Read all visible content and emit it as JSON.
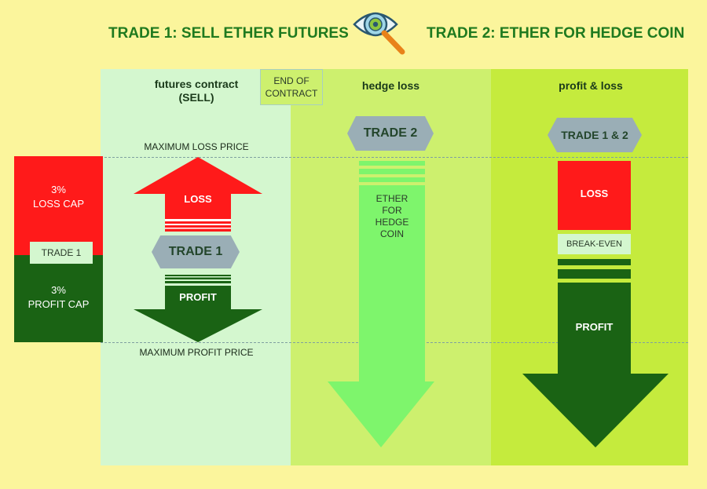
{
  "titles": {
    "trade1": "TRADE 1: SELL ETHER FUTURES",
    "trade2": "TRADE 2: ETHER FOR HEDGE COIN"
  },
  "icon": "eye-magnifier-icon",
  "columns": {
    "futures": "futures contract\n(SELL)",
    "end_of_contract": "END OF\nCONTRACT",
    "hedge": "hedge loss",
    "pnl": "profit & loss"
  },
  "price_lines": {
    "max_loss": "MAXIMUM LOSS PRICE",
    "max_profit": "MAXIMUM PROFIT PRICE"
  },
  "side_box": {
    "loss_cap": "3%\nLOSS CAP",
    "trade": "TRADE 1",
    "profit_cap": "3%\nPROFIT CAP"
  },
  "futures_panel": {
    "loss": "LOSS",
    "trade": "TRADE 1",
    "profit": "PROFIT"
  },
  "hedge_panel": {
    "trade": "TRADE 2",
    "label": "ETHER\nFOR\nHEDGE\nCOIN"
  },
  "pnl_panel": {
    "trade": "TRADE 1 & 2",
    "loss": "LOSS",
    "break_even": "BREAK-EVEN",
    "profit": "PROFIT"
  },
  "colors": {
    "background": "#fbf59c",
    "futures_column": "#d4f7cf",
    "hedge_column": "#cdf06e",
    "pnl_column": "#c5eb3d",
    "loss_red": "#ff1a1a",
    "profit_green": "#1a6314",
    "light_green": "#7ef56c",
    "title_green": "#1f7a1f",
    "hex_grey": "#9aaeb6"
  }
}
